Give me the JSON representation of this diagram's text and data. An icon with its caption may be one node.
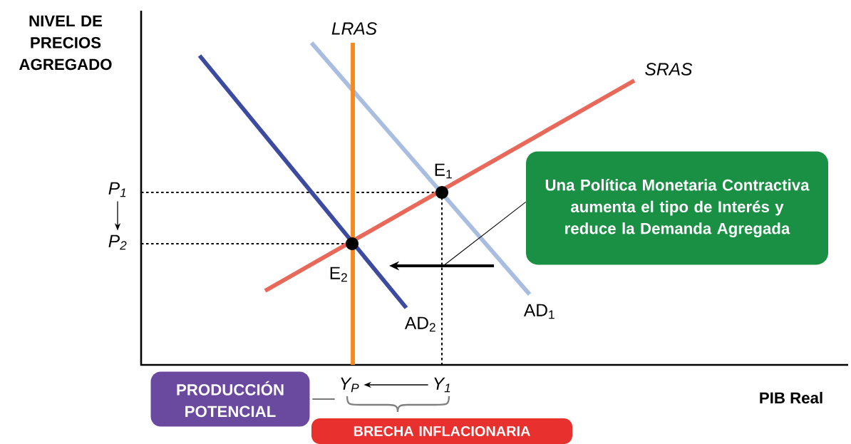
{
  "diagram": {
    "nodes": [
      {
        "text": [
          "Una Política Monetaria Contractiva aumenta el tipo de Interés y reduce la Demanda Agregada"
        ]
      },
      {
        "text": [
          "PRODUCCIÓN POTENCIAL"
        ]
      },
      {
        "text": [
          "BRECHA INFLACIONARIA"
        ]
      },
      {
        "text": [
          "Y$_{P}$"
        ]
      },
      {
        "text": [
          "Y$_{1}$"
        ]
      },
      {
        "text": [
          "P$_{1}$"
        ]
      },
      {
        "text": [
          "P$_{2}$"
        ]
      }
    ],
    "edges": [
      {
        "from": 0,
        "to": null,
        "arrow": "none"
      },
      {
        "from": 1,
        "to": 3,
        "arrow": "none"
      },
      {
        "from": 4,
        "to": 3,
        "arrow": "to"
      },
      {
        "from": 5,
        "to": 6,
        "arrow": "to"
      }
    ],
    "labels": [
      "NIVEL DE PRECIOS AGREGADO",
      "LRAS",
      "SRAS",
      "E$_{1}$",
      "E$_{2}$",
      "AD$_{2}$",
      "AD$_{1}$",
      "PIB Real"
    ]
  }
}
